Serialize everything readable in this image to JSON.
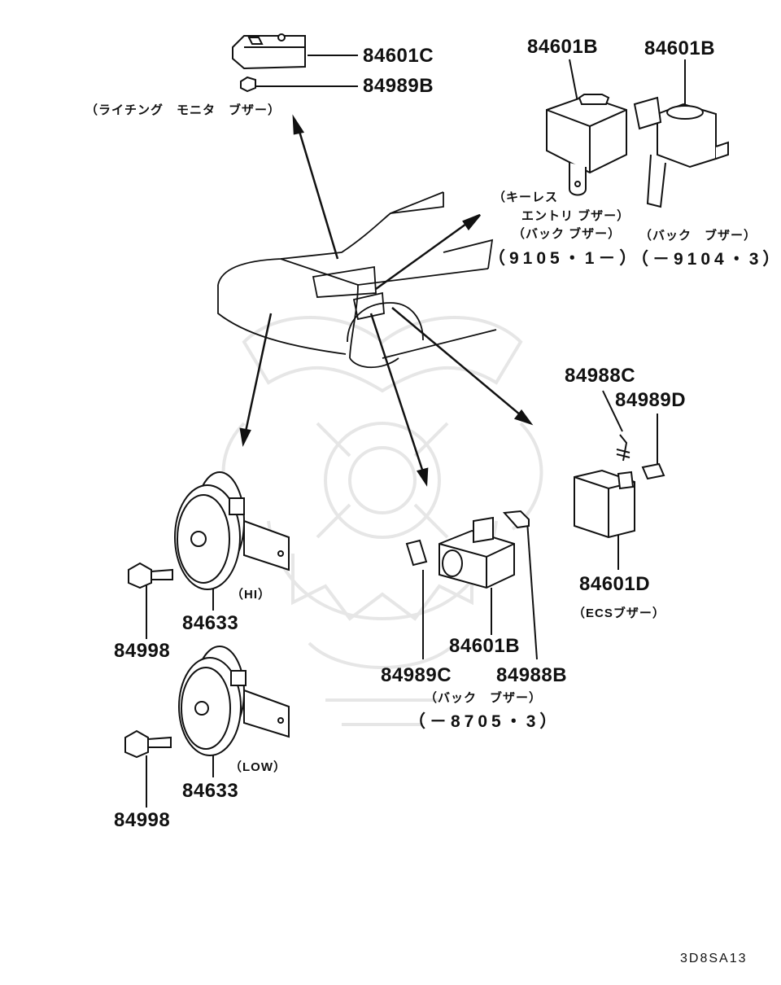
{
  "colors": {
    "ink": "#111111",
    "paper": "#ffffff",
    "watermark": "#e6e6e6"
  },
  "parts": {
    "p84601C": "84601C",
    "p84989B": "84989B",
    "p84601B_a": "84601B",
    "p84601B_b": "84601B",
    "p84988C": "84988C",
    "p84989D": "84989D",
    "p84601D": "84601D",
    "p84633_hi": "84633",
    "p84633_low": "84633",
    "p84998_a": "84998",
    "p84998_b": "84998",
    "p84601B_c": "84601B",
    "p84989C": "84989C",
    "p84988B": "84988B"
  },
  "notes": {
    "lighting_monitor": "（ライチング　モニタ　ブザー）",
    "keyless_1": "（キーレス",
    "keyless_2": "エントリ ブザー）",
    "back_buzzer_1": "（バック ブザー）",
    "back_buzzer_2": "（バック　ブザー）",
    "date_1": "（9105・1－）",
    "date_2": "（－9104・3）",
    "ecs_buzzer": "（ECSブザー）",
    "hi": "（HI）",
    "low": "（LOW）",
    "back_buzzer_3": "（バック　ブザー）",
    "date_3": "（－8705・3）"
  },
  "diagram_code": "3D8SA13"
}
